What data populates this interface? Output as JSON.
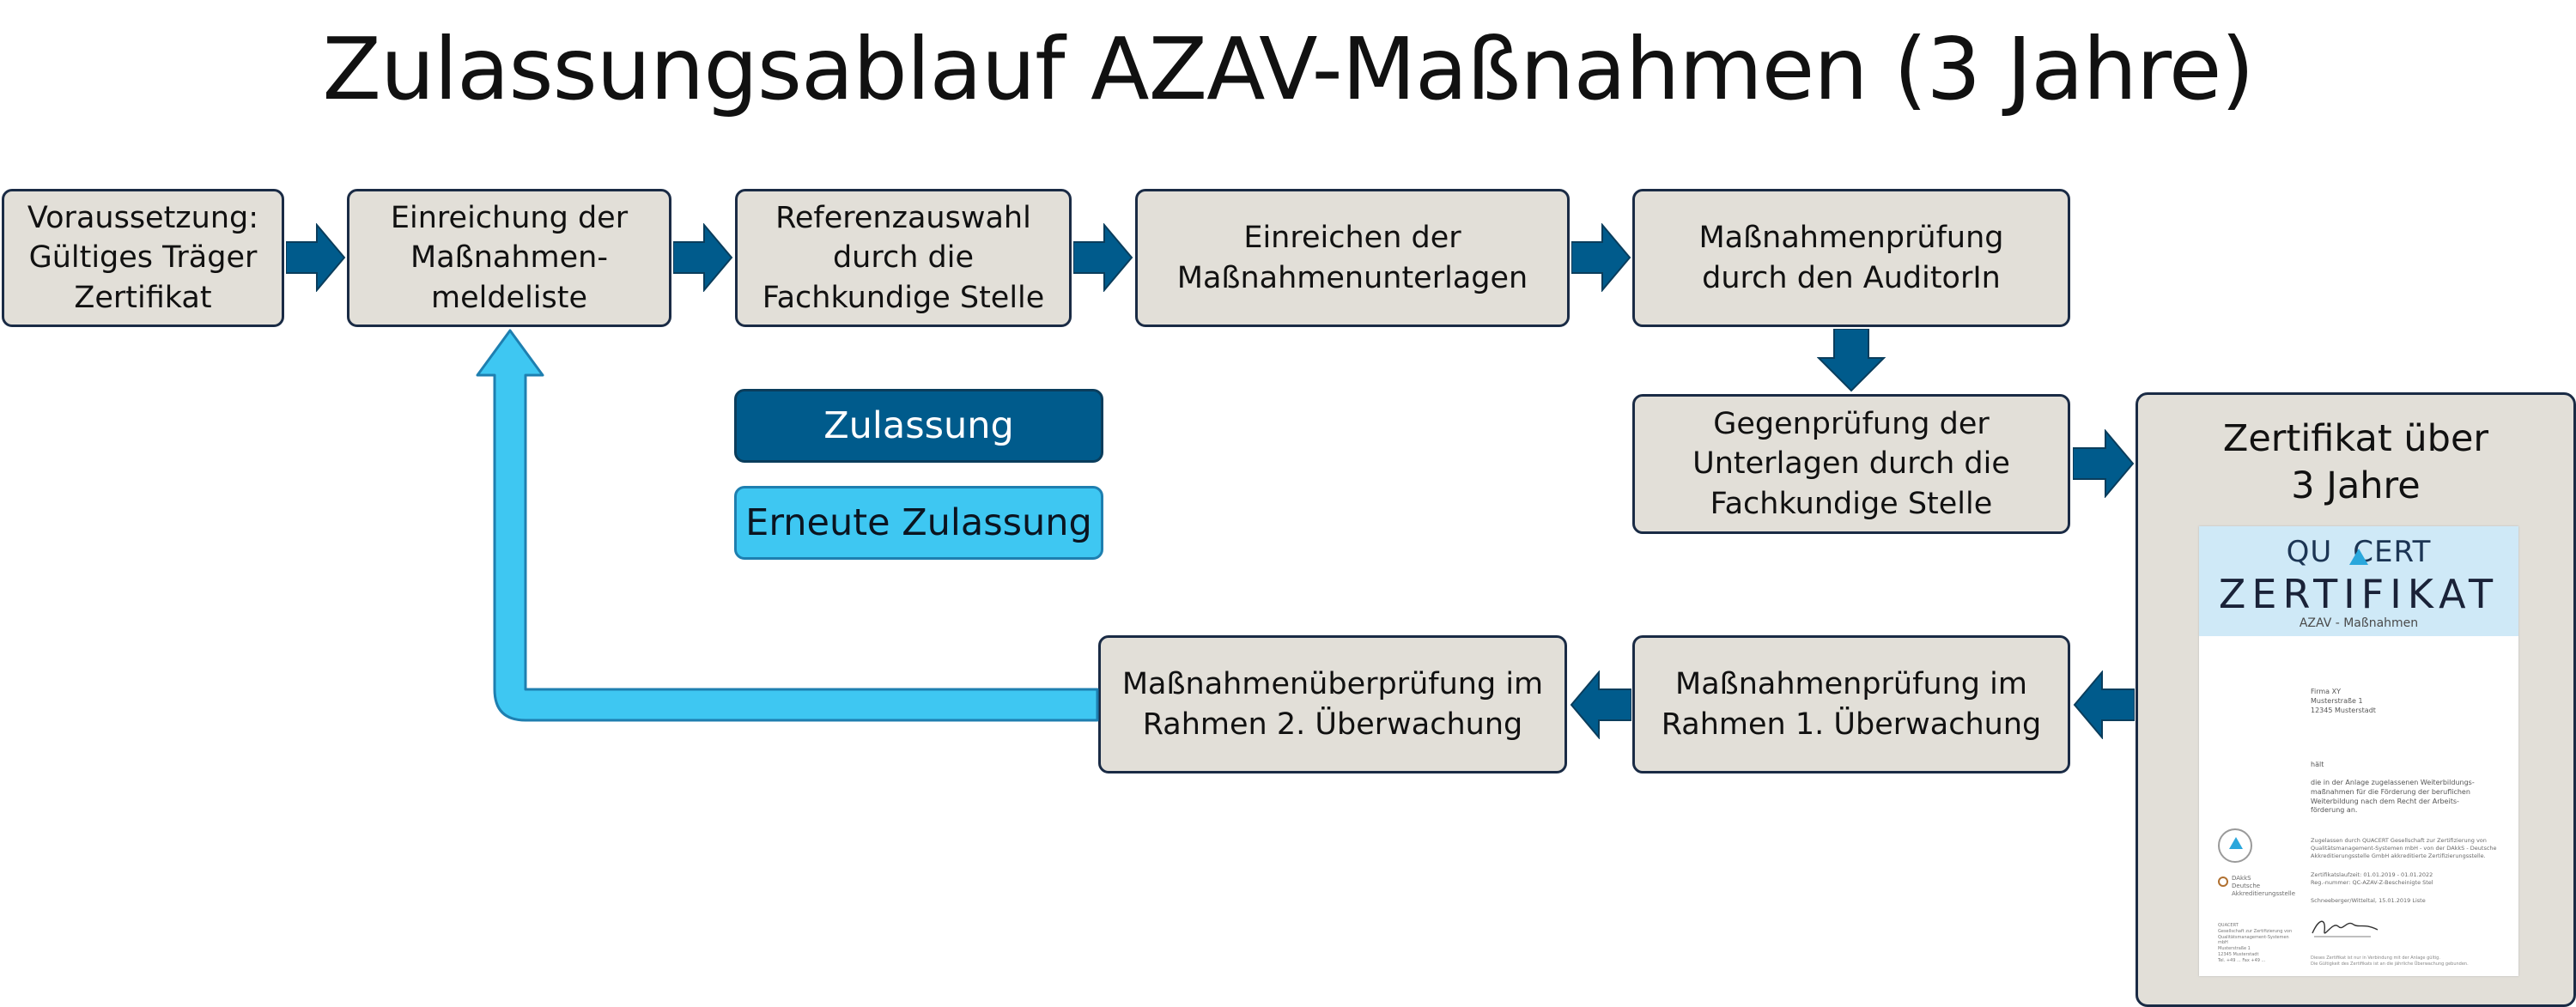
{
  "title": "Zulassungsablauf AZAV-Maßnahmen (3 Jahre)",
  "steps": {
    "s1": [
      "Voraussetzung:",
      "Gültiges Träger",
      "Zertifikat"
    ],
    "s2": [
      "Einreichung der",
      "Maßnahmen-",
      "meldeliste"
    ],
    "s3": [
      "Referenzauswahl",
      "durch die",
      "Fachkundige Stelle"
    ],
    "s4": [
      "Einreichen der",
      "Maßnahmenunterlagen"
    ],
    "s5": [
      "Maßnahmenprüfung",
      "durch den AuditorIn"
    ],
    "s6": [
      "Gegenprüfung der",
      "Unterlagen durch die",
      "Fachkundige Stelle"
    ],
    "s7": [
      "Maßnahmenprüfung im",
      "Rahmen 1. Überwachung"
    ],
    "s8": [
      "Maßnahmenüberprüfung im",
      "Rahmen 2. Überwachung"
    ]
  },
  "legend": {
    "zulassung": "Zulassung",
    "erneute": "Erneute Zulassung"
  },
  "certificate": {
    "title": [
      "Zertifikat über",
      "3 Jahre"
    ],
    "logo_left": "QU",
    "logo_right": "CERT",
    "heading": "ZERTIFIKAT",
    "subheading": "AZAV - Maßnahmen",
    "address": [
      "Firma XY",
      "Musterstraße 1",
      "12345 Musterstadt"
    ],
    "text1": "hält",
    "text2": [
      "die in der Anlage zugelassenen Weiterbildungs-",
      "maßnahmen für die Förderung der beruflichen",
      "Weiterbildung nach dem Recht der Arbeits-",
      "förderung an."
    ],
    "text3": [
      "Zugelassen durch QUACERT Gesellschaft zur Zertifizierung von",
      "Qualitätsmanagement-Systemen mbH - von der DAkkS - Deutsche",
      "Akkreditierungsstelle GmbH akkreditierte Zertifizierungsstelle."
    ],
    "text4": [
      "Zertifikatslaufzeit:   01.01.2019 - 01.01.2022",
      "Reg.-nummer:   QC-AZAV-Z-Bescheinigte Stel"
    ],
    "text5": "Schneeberger/Witteltal, 15.01.2019 Liste",
    "dakks": [
      "DAkkS",
      "Deutsche",
      "Akkreditierungsstelle"
    ],
    "footer_left": [
      "QUACERT",
      "Gesellschaft zur Zertifizierung von",
      "Qualitätsmanagement-Systemen mbH",
      "Musterstraße 1",
      "12345 Musterstadt",
      "Tel. +49 ... Fax +49 ..."
    ],
    "footer_right": [
      "Dieses Zertifikat ist nur in Verbindung mit der Anlage gültig.",
      "Die Gültigkeit des Zertifikats ist an die jährliche Überwachung gebunden."
    ]
  },
  "colors": {
    "box_fill": "#e2dfd8",
    "box_border": "#1a2b45",
    "arrow_dark": "#005b8c",
    "arrow_light": "#3ec7f2"
  }
}
